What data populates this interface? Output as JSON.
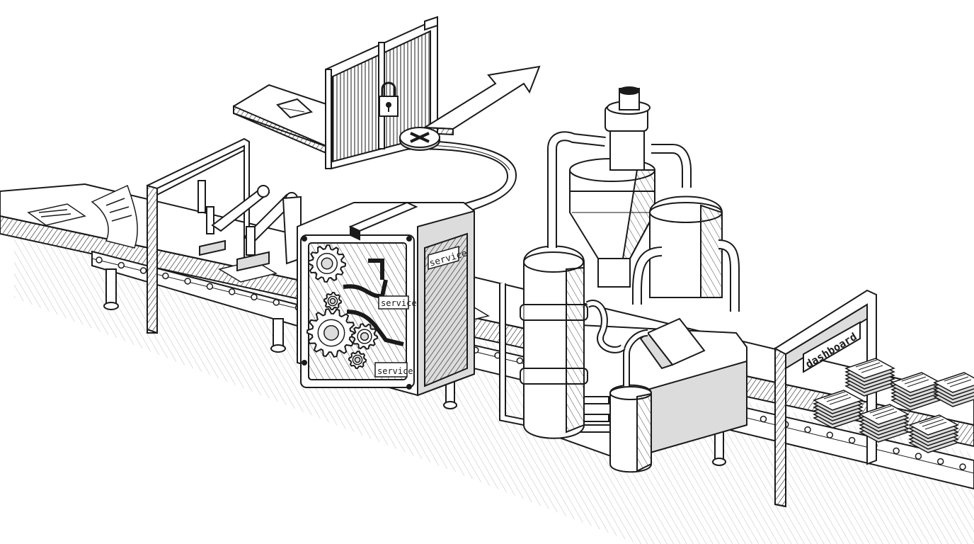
{
  "labels": {
    "service_top": "service",
    "service_mid": "service",
    "service_bottom": "service",
    "dashboard": "dashboard"
  },
  "colors": {
    "ink": "#1a1a1a",
    "paper": "#ffffff",
    "shade": "#dcdcdc",
    "dark": "#6e6e6e"
  },
  "icons": [
    "padlock-icon",
    "arrow-icon",
    "gear-icon",
    "x-valve-icon"
  ]
}
